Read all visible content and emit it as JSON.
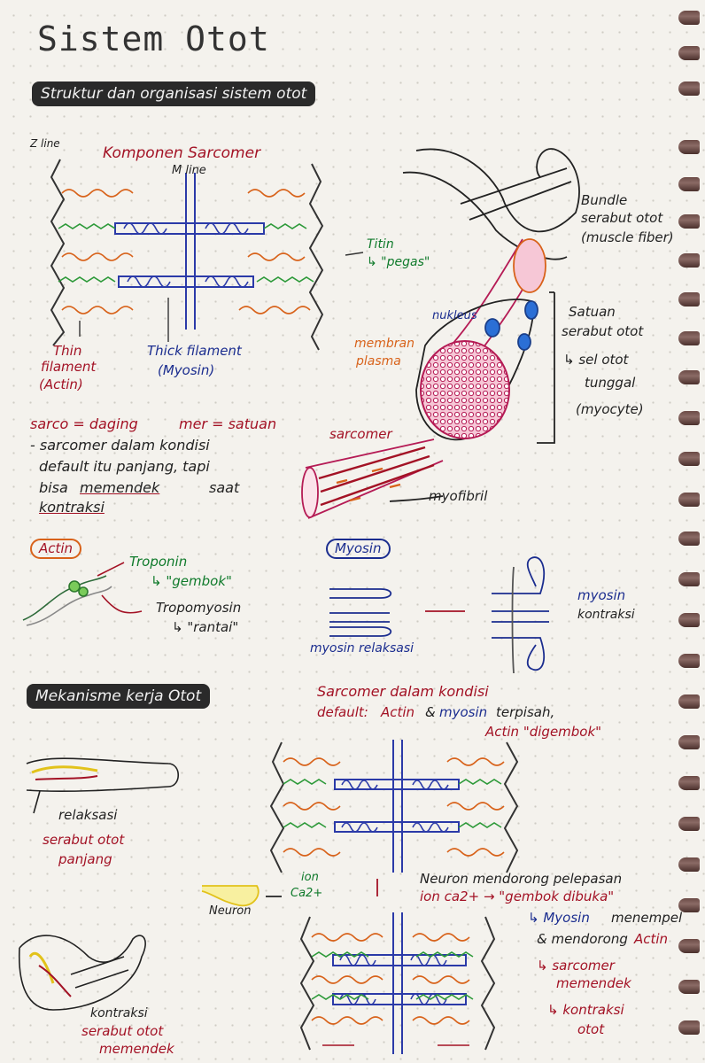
{
  "title": "Sistem Otot",
  "section1": {
    "heading": "Struktur dan organisasi sistem otot",
    "sarcomere": {
      "heading": "Komponen Sarcomer",
      "z_line": "Z line",
      "m_line": "M line",
      "titin": "Titin",
      "titin_note": "↳ \"pegas\"",
      "thin_1": "Thin",
      "thin_2": "filament",
      "thin_3": "(Actin)",
      "thick_1": "Thick filament",
      "thick_2": "(Myosin)"
    },
    "anatomy": {
      "bundle_1": "Bundle",
      "bundle_2": "serabut otot",
      "bundle_3": "(muscle fiber)",
      "nukleus": "nukleus",
      "membran_1": "membran",
      "membran_2": "plasma",
      "satuan_1": "Satuan",
      "satuan_2": "serabut otot",
      "satuan_3": "↳ sel otot",
      "satuan_4": "tunggal",
      "satuan_5": "(myocyte)",
      "sarcomer": "sarcomer",
      "myofibril": "myofibril"
    },
    "notes": {
      "sarco": "sarco = daging",
      "mer": "mer = satuan",
      "line1": "- sarcomer dalam kondisi",
      "line2": "default itu panjang, tapi",
      "line3_a": "bisa",
      "line3_b": "memendek",
      "line3_c": "saat",
      "line4": "kontraksi"
    },
    "actin": {
      "label": "Actin",
      "troponin": "Troponin",
      "troponin_note": "↳ \"gembok\"",
      "tropomyosin": "Tropomyosin",
      "tropomyosin_note": "↳ \"rantai\""
    },
    "myosin": {
      "label": "Myosin",
      "relax": "myosin relaksasi",
      "kontraksi_1": "myosin",
      "kontraksi_2": "kontraksi"
    }
  },
  "section2": {
    "heading": "Mekanisme kerja Otot",
    "default_1": "Sarcomer dalam kondisi",
    "default_2a": "default:",
    "default_2b": "Actin",
    "default_2c": "&",
    "default_2d": "myosin",
    "default_2e": "terpisah,",
    "default_3": "Actin \"digembok\"",
    "relaksasi": "relaksasi",
    "serabut_panjang_1": "serabut otot",
    "serabut_panjang_2": "panjang",
    "neuron": "Neuron",
    "ion_1": "ion",
    "ion_2": "Ca2+",
    "neuron_note_1": "Neuron mendorong pelepasan",
    "neuron_note_2": "ion ca2+ → \"gembok dibuka\"",
    "step1_a": "↳ Myosin",
    "step1_b": "menempel",
    "step1_c": "& mendorong",
    "step1_d": "Actin",
    "step2_a": "↳ sarcomer",
    "step2_b": "memendek",
    "step3_a": "↳ kontraksi",
    "step3_b": "otot",
    "kontraksi": "kontraksi",
    "serabut_memendek_1": "serabut otot",
    "serabut_memendek_2": "memendek"
  }
}
